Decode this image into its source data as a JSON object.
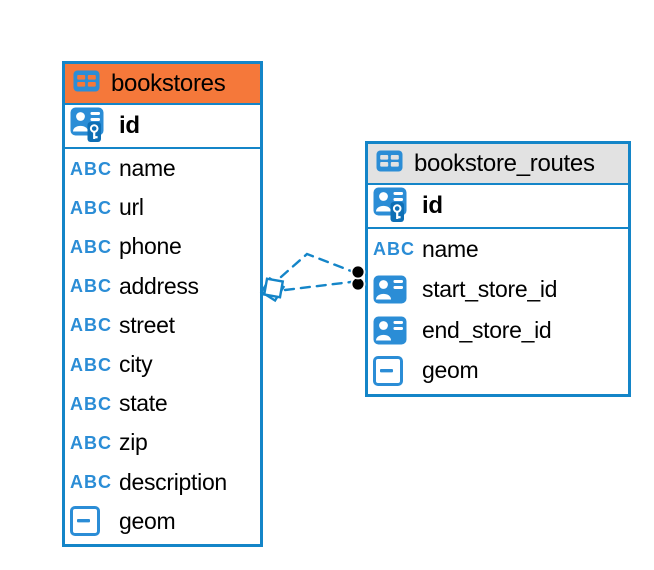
{
  "diagram": {
    "colors": {
      "accent_blue": "#1485C8",
      "icon_blue": "#2B8DD6",
      "key_badge_blue": "#0E6FB5",
      "relationship_dot": "#000000",
      "canvas_background": "#FFFFFF",
      "text": "#000000"
    },
    "icons": {
      "text_glyph": "ABC"
    },
    "tables": [
      {
        "name": "bookstores",
        "header_color": "#F5783A",
        "columns": [
          {
            "name": "id",
            "icon": "primary-key-icon",
            "primary": true
          },
          {
            "name": "name",
            "icon": "text-icon"
          },
          {
            "name": "url",
            "icon": "text-icon"
          },
          {
            "name": "phone",
            "icon": "text-icon"
          },
          {
            "name": "address",
            "icon": "text-icon"
          },
          {
            "name": "street",
            "icon": "text-icon"
          },
          {
            "name": "city",
            "icon": "text-icon"
          },
          {
            "name": "state",
            "icon": "text-icon"
          },
          {
            "name": "zip",
            "icon": "text-icon"
          },
          {
            "name": "description",
            "icon": "text-icon"
          },
          {
            "name": "geom",
            "icon": "geometry-icon"
          }
        ]
      },
      {
        "name": "bookstore_routes",
        "header_color": "#E2E2E2",
        "columns": [
          {
            "name": "id",
            "icon": "primary-key-icon",
            "primary": true
          },
          {
            "name": "name",
            "icon": "text-icon"
          },
          {
            "name": "start_store_id",
            "icon": "reference-icon"
          },
          {
            "name": "end_store_id",
            "icon": "reference-icon"
          },
          {
            "name": "geom",
            "icon": "geometry-icon"
          }
        ]
      }
    ],
    "relationships": [
      {
        "from_table": "bookstore_routes",
        "to_table": "bookstores",
        "line_style": "dashed"
      },
      {
        "from_table": "bookstore_routes",
        "to_table": "bookstores",
        "line_style": "dashed"
      }
    ]
  }
}
